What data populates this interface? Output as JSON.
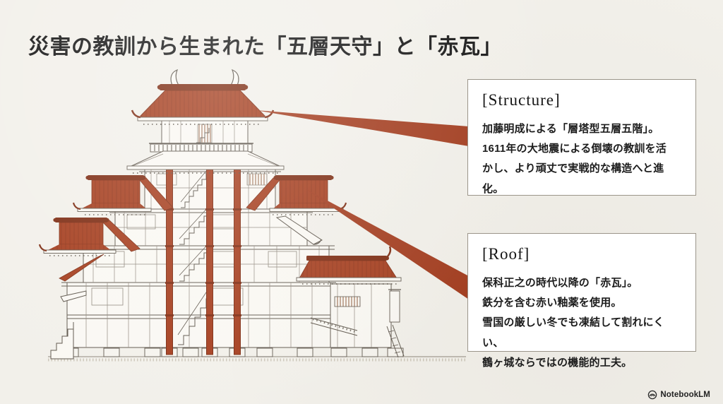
{
  "slide": {
    "title": "災害の教訓から生まれた「五層天守」と「赤瓦」",
    "background_color": "#F2F0EA",
    "accent_red": "#A53D1D",
    "dark_red": "#7C2A10",
    "line_color": "#5E564C",
    "footer": {
      "brand": "NotebookLM"
    }
  },
  "callouts": [
    {
      "id": "structure",
      "heading": "[Structure]",
      "body": "加藤明成による「層塔型五層五階」。\n1611年の大地震による倒壊の教訓を活\nかし、より頑丈で実戦的な構造へと進化。"
    },
    {
      "id": "roof",
      "heading": "[Roof]",
      "body": "保科正之の時代以降の「赤瓦」。\n鉄分を含む赤い釉薬を使用。\n雪国の厳しい冬でも凍結して割れにくい、\n鶴ヶ城ならではの機能的工夫。"
    }
  ]
}
